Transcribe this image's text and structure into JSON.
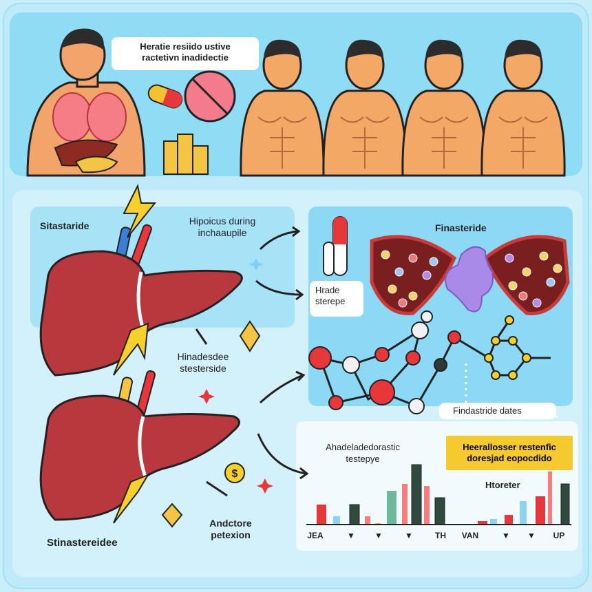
{
  "top_callout": {
    "line1": "Heratie resiido ustive",
    "line2": "ractetivn inadidectie"
  },
  "left_panel": {
    "title_top": "Sitastaride",
    "note_top": {
      "line1": "Hipoicus during",
      "line2": "inchaaupile"
    },
    "note_mid": {
      "line1": "Hinadesdee",
      "line2": "stesterside"
    },
    "title_bottom": "Stinastereidee",
    "note_bottom": {
      "line1": "Andctore",
      "line2": "petexion"
    }
  },
  "right_panel": {
    "title": "Finasteride",
    "side_label": {
      "line1": "Hrade",
      "line2": "sterepe"
    },
    "legend": "Findastride dates"
  },
  "chart_data": {
    "type": "bar",
    "title": "Ahadeladedorastic testepye",
    "callout": {
      "line1": "Heerallosser restenfic",
      "line2": "doresjad eopocdido"
    },
    "annotation": "Htoreter",
    "tick_labels": [
      "JEA",
      "▼",
      "▼",
      "▼",
      "TH",
      "VAN",
      "▼",
      "▼",
      "UP"
    ],
    "colors": {
      "red": "#e8373a",
      "lightblue": "#8fd3f4",
      "darkgreen": "#2f4a3e",
      "pink": "#f77c7c",
      "teal": "#6fb89c",
      "orange": "#f4a531"
    },
    "bars": [
      {
        "color": "red",
        "value": 29
      },
      {
        "color": "lightblue",
        "value": 12
      },
      {
        "color": "darkgreen",
        "value": 29
      },
      {
        "color": "pink",
        "value": 12
      },
      {
        "color": "orange",
        "value": 2
      },
      {
        "color": "teal",
        "value": 49
      },
      {
        "color": "pink",
        "value": 59
      },
      {
        "color": "darkgreen",
        "value": 87
      },
      {
        "color": "pink",
        "value": 56
      },
      {
        "color": "darkgreen",
        "value": 39
      },
      {
        "color": "red",
        "value": 5
      },
      {
        "color": "lightblue",
        "value": 8
      },
      {
        "color": "red",
        "value": 14
      },
      {
        "color": "lightblue",
        "value": 34
      },
      {
        "color": "red",
        "value": 41
      },
      {
        "color": "pink",
        "value": 77
      },
      {
        "color": "darkgreen",
        "value": 59
      }
    ],
    "ylim": [
      0,
      90
    ]
  }
}
